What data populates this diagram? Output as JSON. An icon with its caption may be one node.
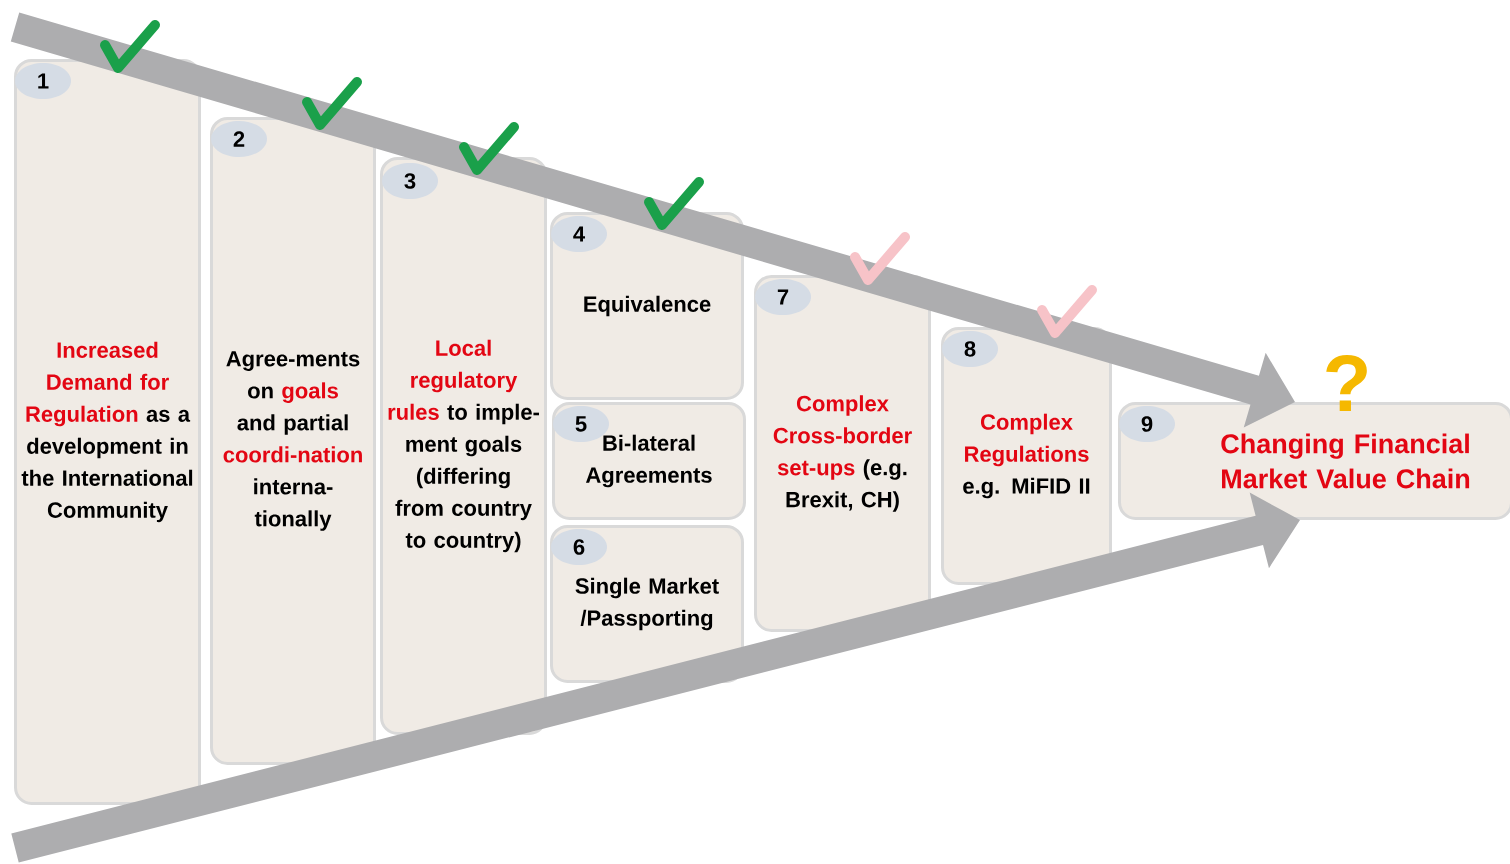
{
  "diagram": {
    "nodes": [
      {
        "text": [
          "1",
          "Increased Demand for Regulation",
          "as a development in the International Community"
        ]
      },
      {
        "text": [
          "2",
          "Agree-ments on",
          "goals",
          "and partial",
          "coordi-nation",
          "interna-tionally"
        ]
      },
      {
        "text": [
          "3",
          "Local regulatory rules",
          "to imple-ment goals (differing from country to country)"
        ]
      },
      {
        "text": [
          "4",
          "Equivalence"
        ]
      },
      {
        "text": [
          "5",
          "Bi-lateral Agreements"
        ]
      },
      {
        "text": [
          "6",
          "Single Market /Passporting"
        ]
      },
      {
        "text": [
          "7",
          "Complex Cross-border set-ups",
          "(e.g. Brexit, CH)"
        ]
      },
      {
        "text": [
          "8",
          "Complex Regulations",
          "e.g. MiFID II"
        ]
      },
      {
        "text": [
          "9",
          "Changing Financial Market Value Chain"
        ]
      }
    ],
    "edges": [
      {
        "from": null,
        "to": 8,
        "arrow": "to"
      },
      {
        "from": null,
        "to": 8,
        "arrow": "to"
      }
    ],
    "labels": [
      "?"
    ]
  }
}
